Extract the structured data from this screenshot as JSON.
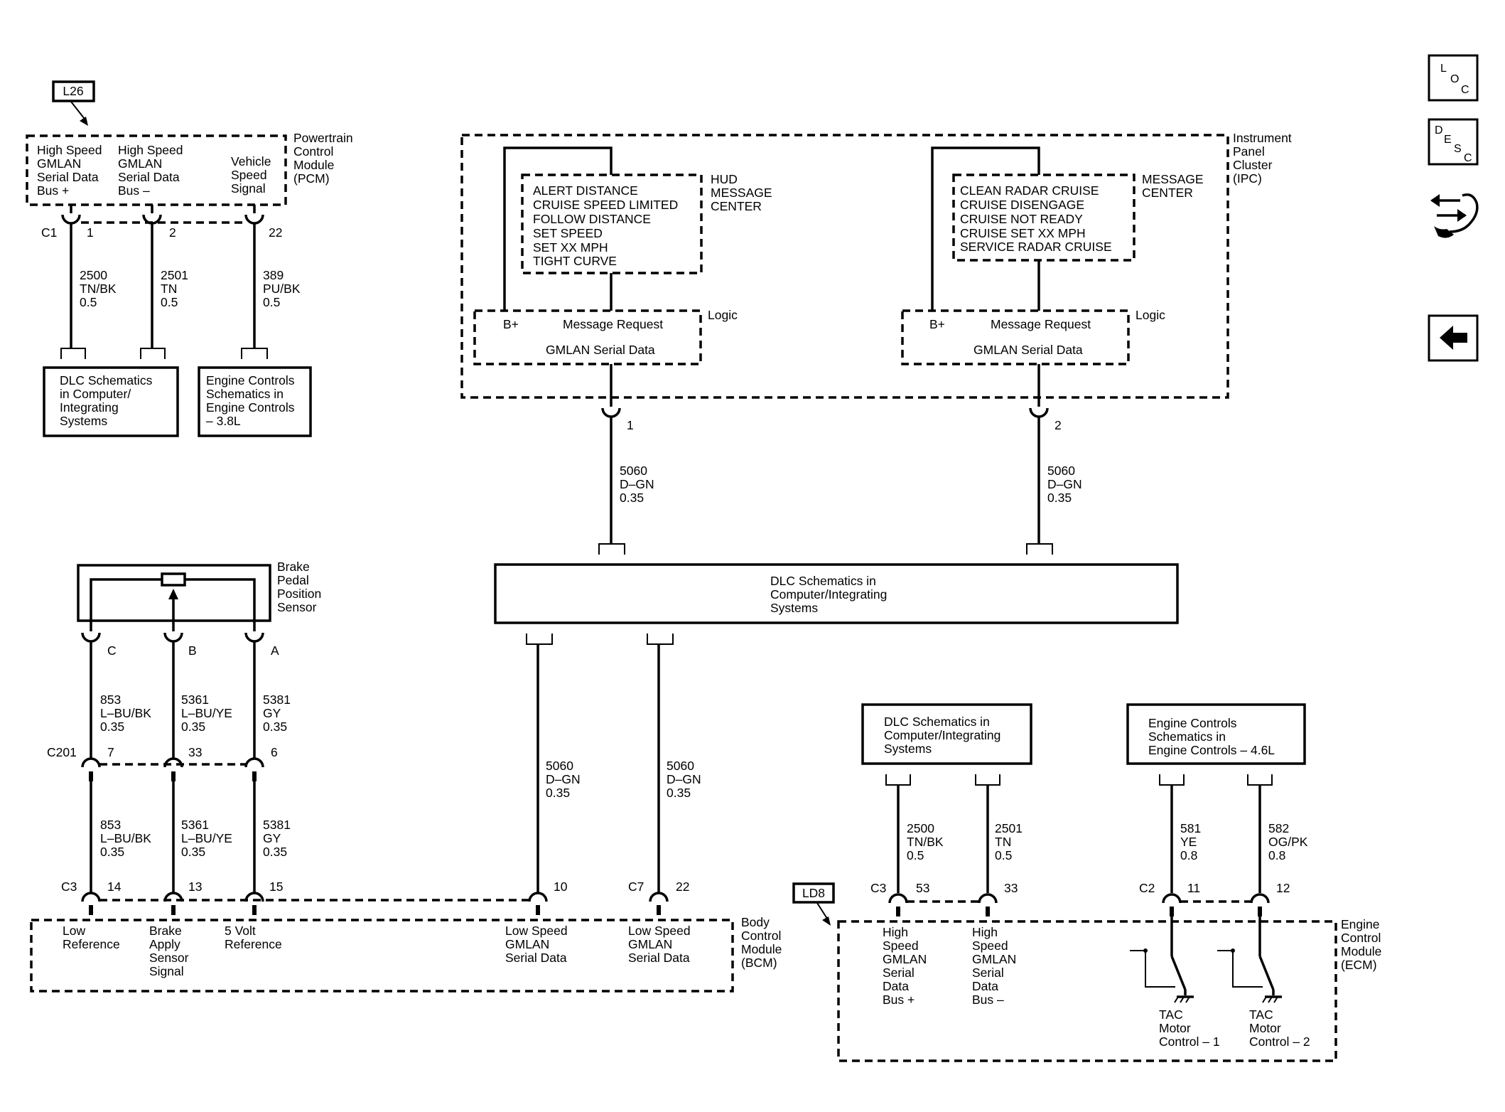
{
  "tags": {
    "l26": "L26",
    "ld8": "LD8"
  },
  "pcm": {
    "title": [
      "Powertrain",
      "Control",
      "Module",
      "(PCM)"
    ],
    "pins": [
      [
        "High Speed",
        "GMLAN",
        "Serial Data",
        "Bus +"
      ],
      [
        "High Speed",
        "GMLAN",
        "Serial Data",
        "Bus –"
      ],
      [
        "Vehicle",
        "Speed",
        "Signal"
      ]
    ],
    "connector": "C1",
    "pin_numbers": [
      "1",
      "2",
      "22"
    ],
    "wires": [
      [
        "2500",
        "TN/BK",
        "0.5"
      ],
      [
        "2501",
        "TN",
        "0.5"
      ],
      [
        "389",
        "PU/BK",
        "0.5"
      ]
    ],
    "ref_dlc": [
      "DLC Schematics",
      "in Computer/",
      "Integrating",
      "Systems"
    ],
    "ref_engine": [
      "Engine Controls",
      "Schematics in",
      "Engine Controls",
      "– 3.8L"
    ]
  },
  "ipc": {
    "title": [
      "Instrument",
      "Panel",
      "Cluster",
      "(IPC)"
    ],
    "hud": {
      "messages": [
        "ALERT DISTANCE",
        "CRUISE SPEED LIMITED",
        "FOLLOW DISTANCE",
        "SET SPEED",
        "SET XX MPH",
        "TIGHT CURVE"
      ],
      "title": [
        "HUD",
        "MESSAGE",
        "CENTER"
      ]
    },
    "msg": {
      "messages": [
        "CLEAN RADAR CRUISE",
        "CRUISE DISENGAGE",
        "CRUISE NOT READY",
        "CRUISE SET XX MPH",
        "SERVICE RADAR CRUISE"
      ],
      "title": [
        "MESSAGE",
        "CENTER"
      ]
    },
    "logic": {
      "label": "Logic",
      "bplus": "B+",
      "request": "Message Request",
      "serial": "GMLAN Serial Data"
    },
    "pins": [
      "1",
      "2"
    ],
    "wire": [
      "5060",
      "D–GN",
      "0.35"
    ]
  },
  "dlc_center": [
    "DLC Schematics in",
    "Computer/Integrating",
    "Systems"
  ],
  "bpps": {
    "title": [
      "Brake",
      "Pedal",
      "Position",
      "Sensor"
    ],
    "pins": [
      "C",
      "B",
      "A"
    ],
    "wires_upper": [
      [
        "853",
        "L–BU/BK",
        "0.35"
      ],
      [
        "5361",
        "L–BU/YE",
        "0.35"
      ],
      [
        "5381",
        "GY",
        "0.35"
      ]
    ],
    "c201": "C201",
    "c201_pins": [
      "7",
      "33",
      "6"
    ],
    "wires_lower": [
      [
        "853",
        "L–BU/BK",
        "0.35"
      ],
      [
        "5361",
        "L–BU/YE",
        "0.35"
      ],
      [
        "5381",
        "GY",
        "0.35"
      ]
    ]
  },
  "bcm": {
    "title": [
      "Body",
      "Control",
      "Module",
      "(BCM)"
    ],
    "c3": "C3",
    "c3_pins": [
      "14",
      "13",
      "15",
      "10"
    ],
    "c7": "C7",
    "c7_pin": "22",
    "lowspeed_wire": [
      "5060",
      "D–GN",
      "0.35"
    ],
    "pin_labels": [
      [
        "Low",
        "Reference"
      ],
      [
        "Brake",
        "Apply",
        "Sensor",
        "Signal"
      ],
      [
        "5 Volt",
        "Reference"
      ],
      [
        "Low Speed",
        "GMLAN",
        "Serial Data"
      ],
      [
        "Low Speed",
        "GMLAN",
        "Serial Data"
      ]
    ]
  },
  "ecm": {
    "title": [
      "Engine",
      "Control",
      "Module",
      "(ECM)"
    ],
    "ref_dlc": [
      "DLC Schematics in",
      "Computer/Integrating",
      "Systems"
    ],
    "ref_engine": [
      "Engine Controls",
      "Schematics in",
      "Engine Controls – 4.6L"
    ],
    "c3": "C3",
    "c3_pins": [
      "53",
      "33"
    ],
    "c2": "C2",
    "c2_pins": [
      "11",
      "12"
    ],
    "wires": [
      [
        "2500",
        "TN/BK",
        "0.5"
      ],
      [
        "2501",
        "TN",
        "0.5"
      ],
      [
        "581",
        "YE",
        "0.8"
      ],
      [
        "582",
        "OG/PK",
        "0.8"
      ]
    ],
    "pin_labels": [
      [
        "High",
        "Speed",
        "GMLAN",
        "Serial",
        "Data",
        "Bus +"
      ],
      [
        "High",
        "Speed",
        "GMLAN",
        "Serial",
        "Data",
        "Bus –"
      ],
      [
        "TAC",
        "Motor",
        "Control – 1"
      ],
      [
        "TAC",
        "Motor",
        "Control – 2"
      ]
    ]
  },
  "nav": {
    "loc": [
      "L",
      "O",
      "C"
    ],
    "desc": [
      "D",
      "E",
      "S",
      "C"
    ]
  }
}
